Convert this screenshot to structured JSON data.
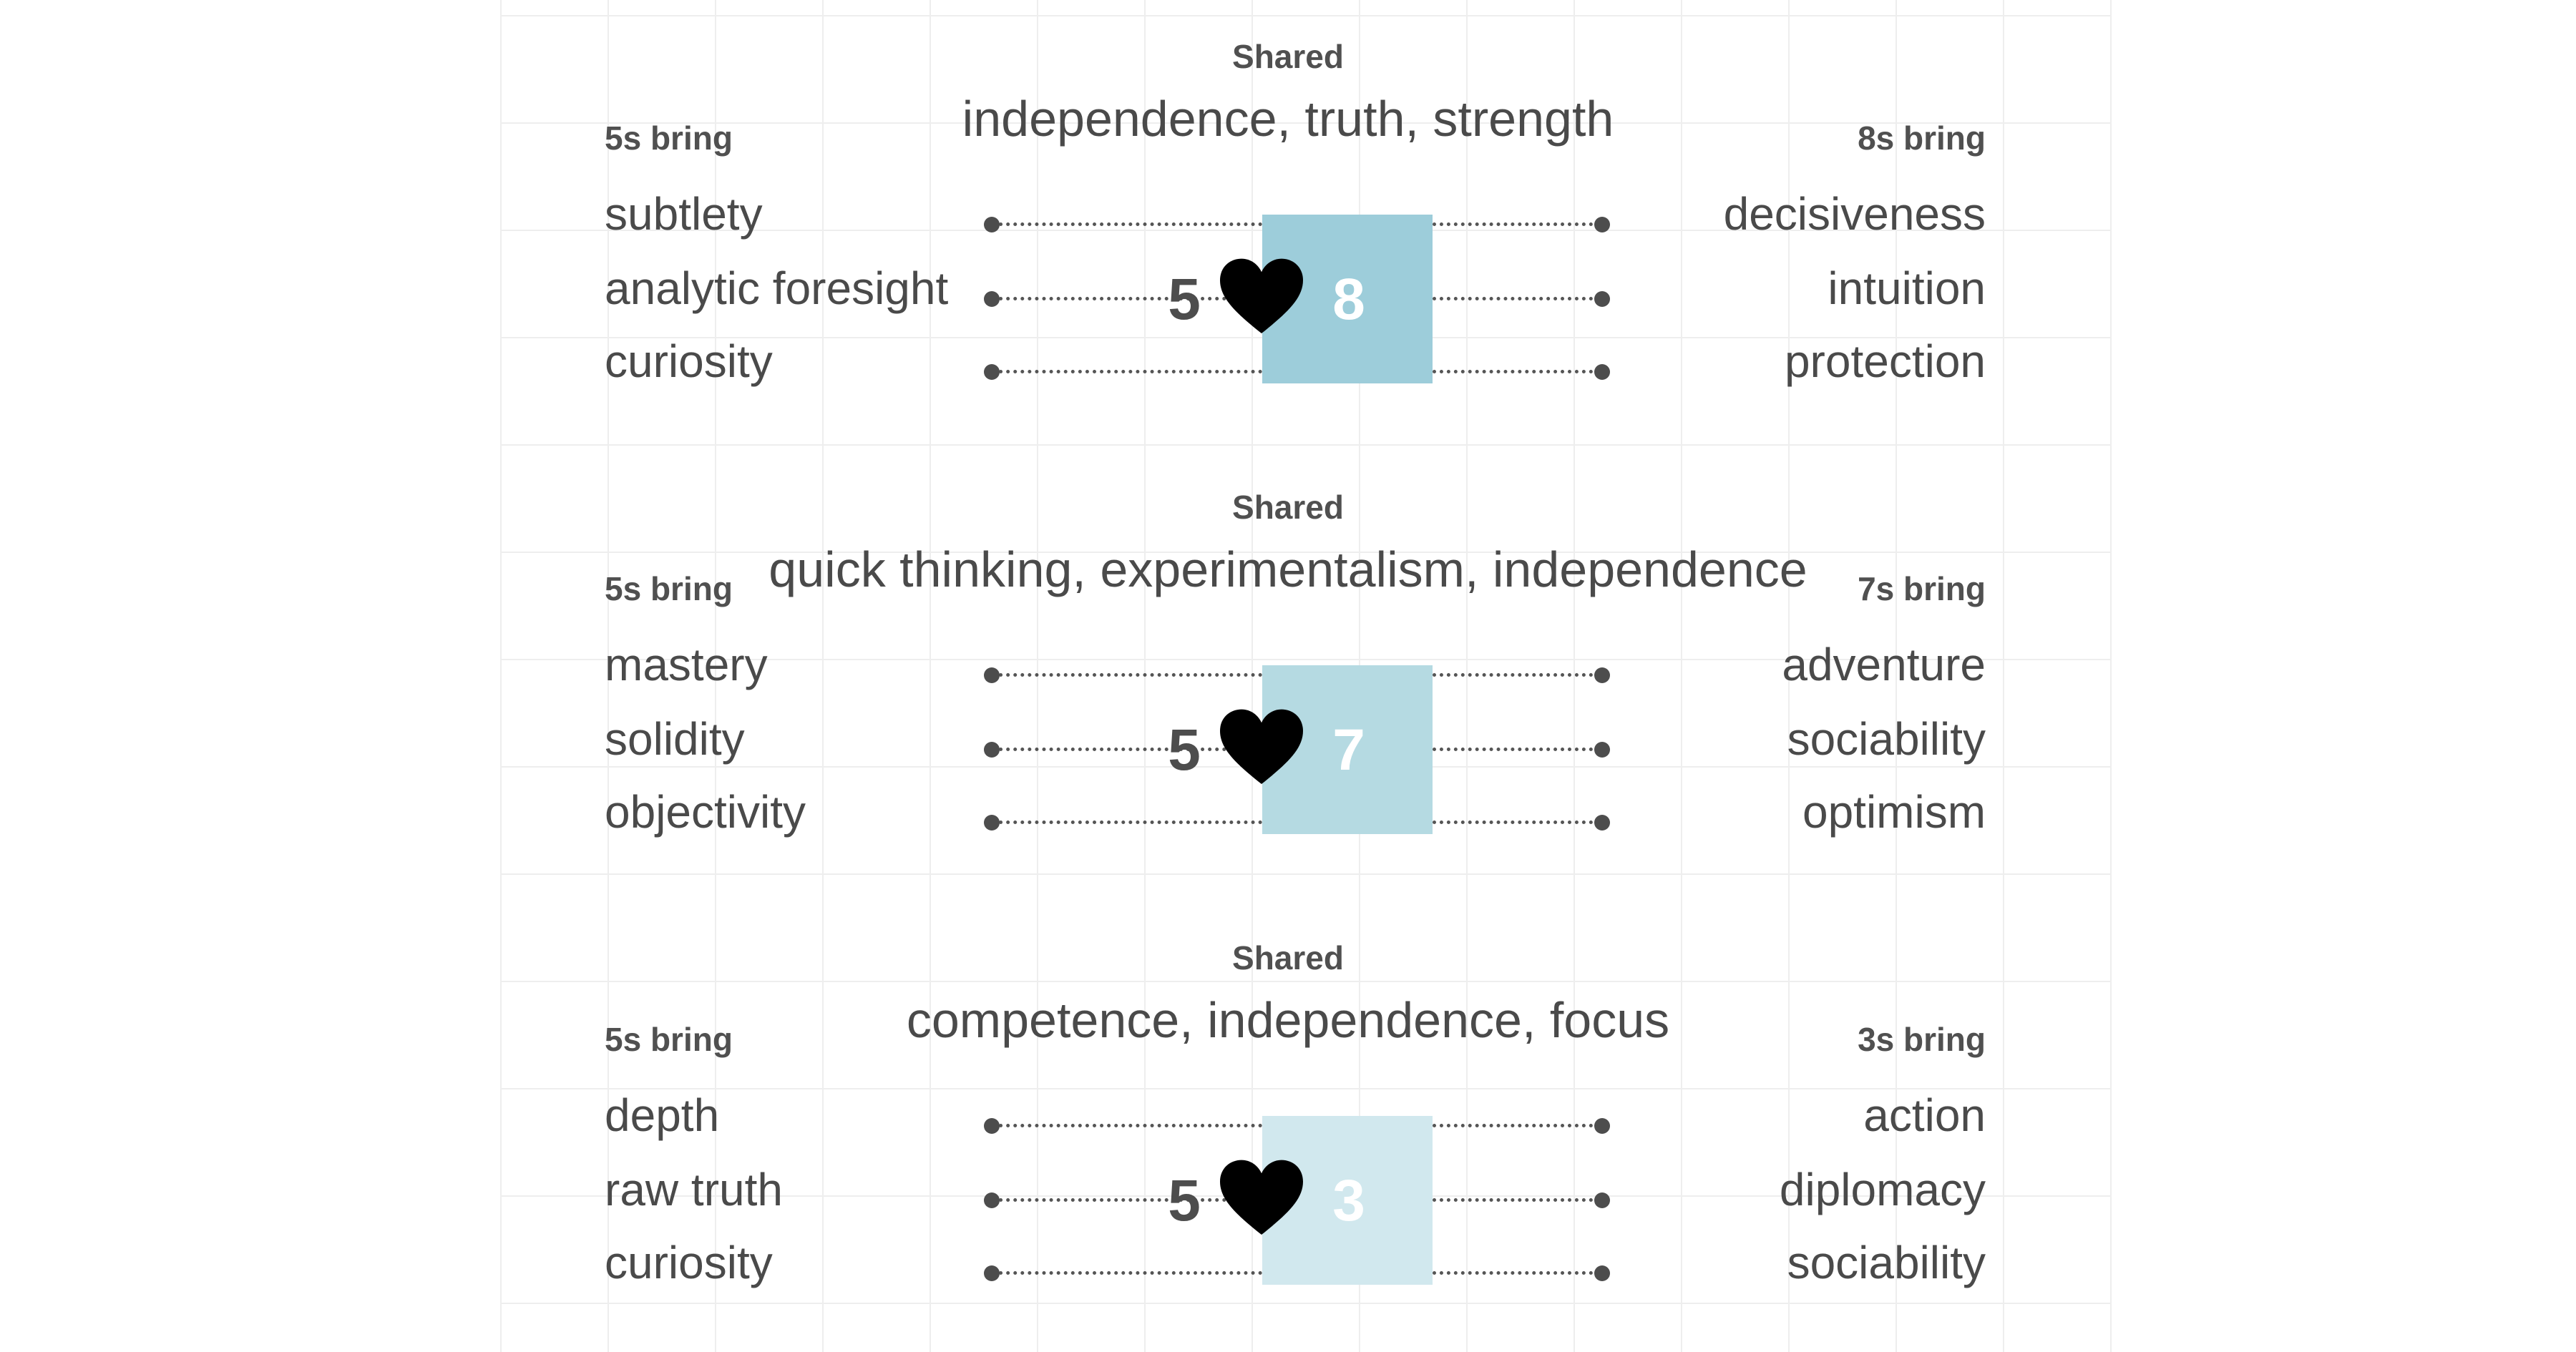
{
  "colors": {
    "grid_line": "#eeeeee",
    "connector": "#555555",
    "text": "#4a4a4a",
    "heart": "#000000"
  },
  "pairings": [
    {
      "shared_label": "Shared",
      "shared": "independence, truth, strength",
      "left": {
        "label": "5s bring",
        "number": "5",
        "traits": [
          "subtlety",
          "analytic foresight",
          "curiosity"
        ]
      },
      "right": {
        "label": "8s bring",
        "number": "8",
        "traits": [
          "decisiveness",
          "intuition",
          "protection"
        ]
      },
      "box_color": "#9dcdda",
      "heart_icon": "heart-icon"
    },
    {
      "shared_label": "Shared",
      "shared": "quick thinking, experimentalism, independence",
      "left": {
        "label": "5s bring",
        "number": "5",
        "traits": [
          "mastery",
          "solidity",
          "objectivity"
        ]
      },
      "right": {
        "label": "7s bring",
        "number": "7",
        "traits": [
          "adventure",
          "sociability",
          "optimism"
        ]
      },
      "box_color": "#b5dae2",
      "heart_icon": "heart-icon"
    },
    {
      "shared_label": "Shared",
      "shared": "competence, independence, focus",
      "left": {
        "label": "5s bring",
        "number": "5",
        "traits": [
          "depth",
          "raw truth",
          "curiosity"
        ]
      },
      "right": {
        "label": "3s bring",
        "number": "3",
        "traits": [
          "action",
          "diplomacy",
          "sociability"
        ]
      },
      "box_color": "#d1e8ee",
      "heart_icon": "heart-icon"
    }
  ]
}
